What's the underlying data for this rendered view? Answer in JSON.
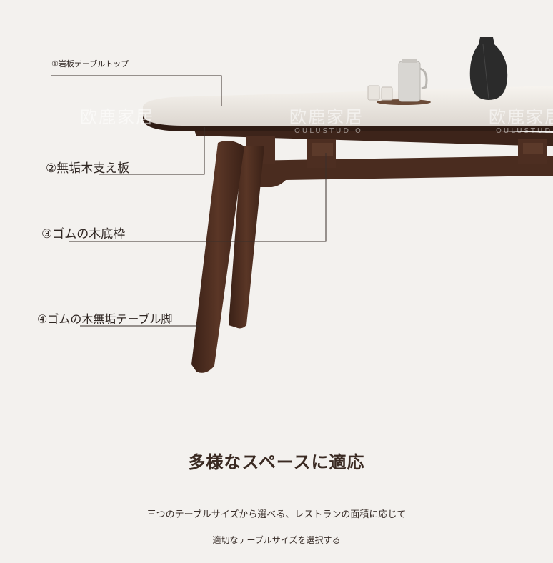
{
  "callouts": [
    {
      "label": "①岩板テーブルトップ"
    },
    {
      "label": "②無垢木支え板"
    },
    {
      "label": "③ゴムの木底枠"
    },
    {
      "label": "④ゴムの木無垢テーブル脚"
    }
  ],
  "watermark": {
    "brand": "欧鹿家居",
    "sub": "OULUSTUDIO"
  },
  "heading": "多様なスペースに適応",
  "description": {
    "line1": "三つのテーブルサイズから選べる、レストランの面積に応じて",
    "line2": "適切なテーブルサイズを選択する"
  },
  "colors": {
    "background": "#f3f1ee",
    "wood": "#4a2c1f",
    "tabletop": "#f4f1ec",
    "text": "#3a2a22"
  },
  "icons": [
    "teapot-icon",
    "glass-icon",
    "vase-icon"
  ]
}
